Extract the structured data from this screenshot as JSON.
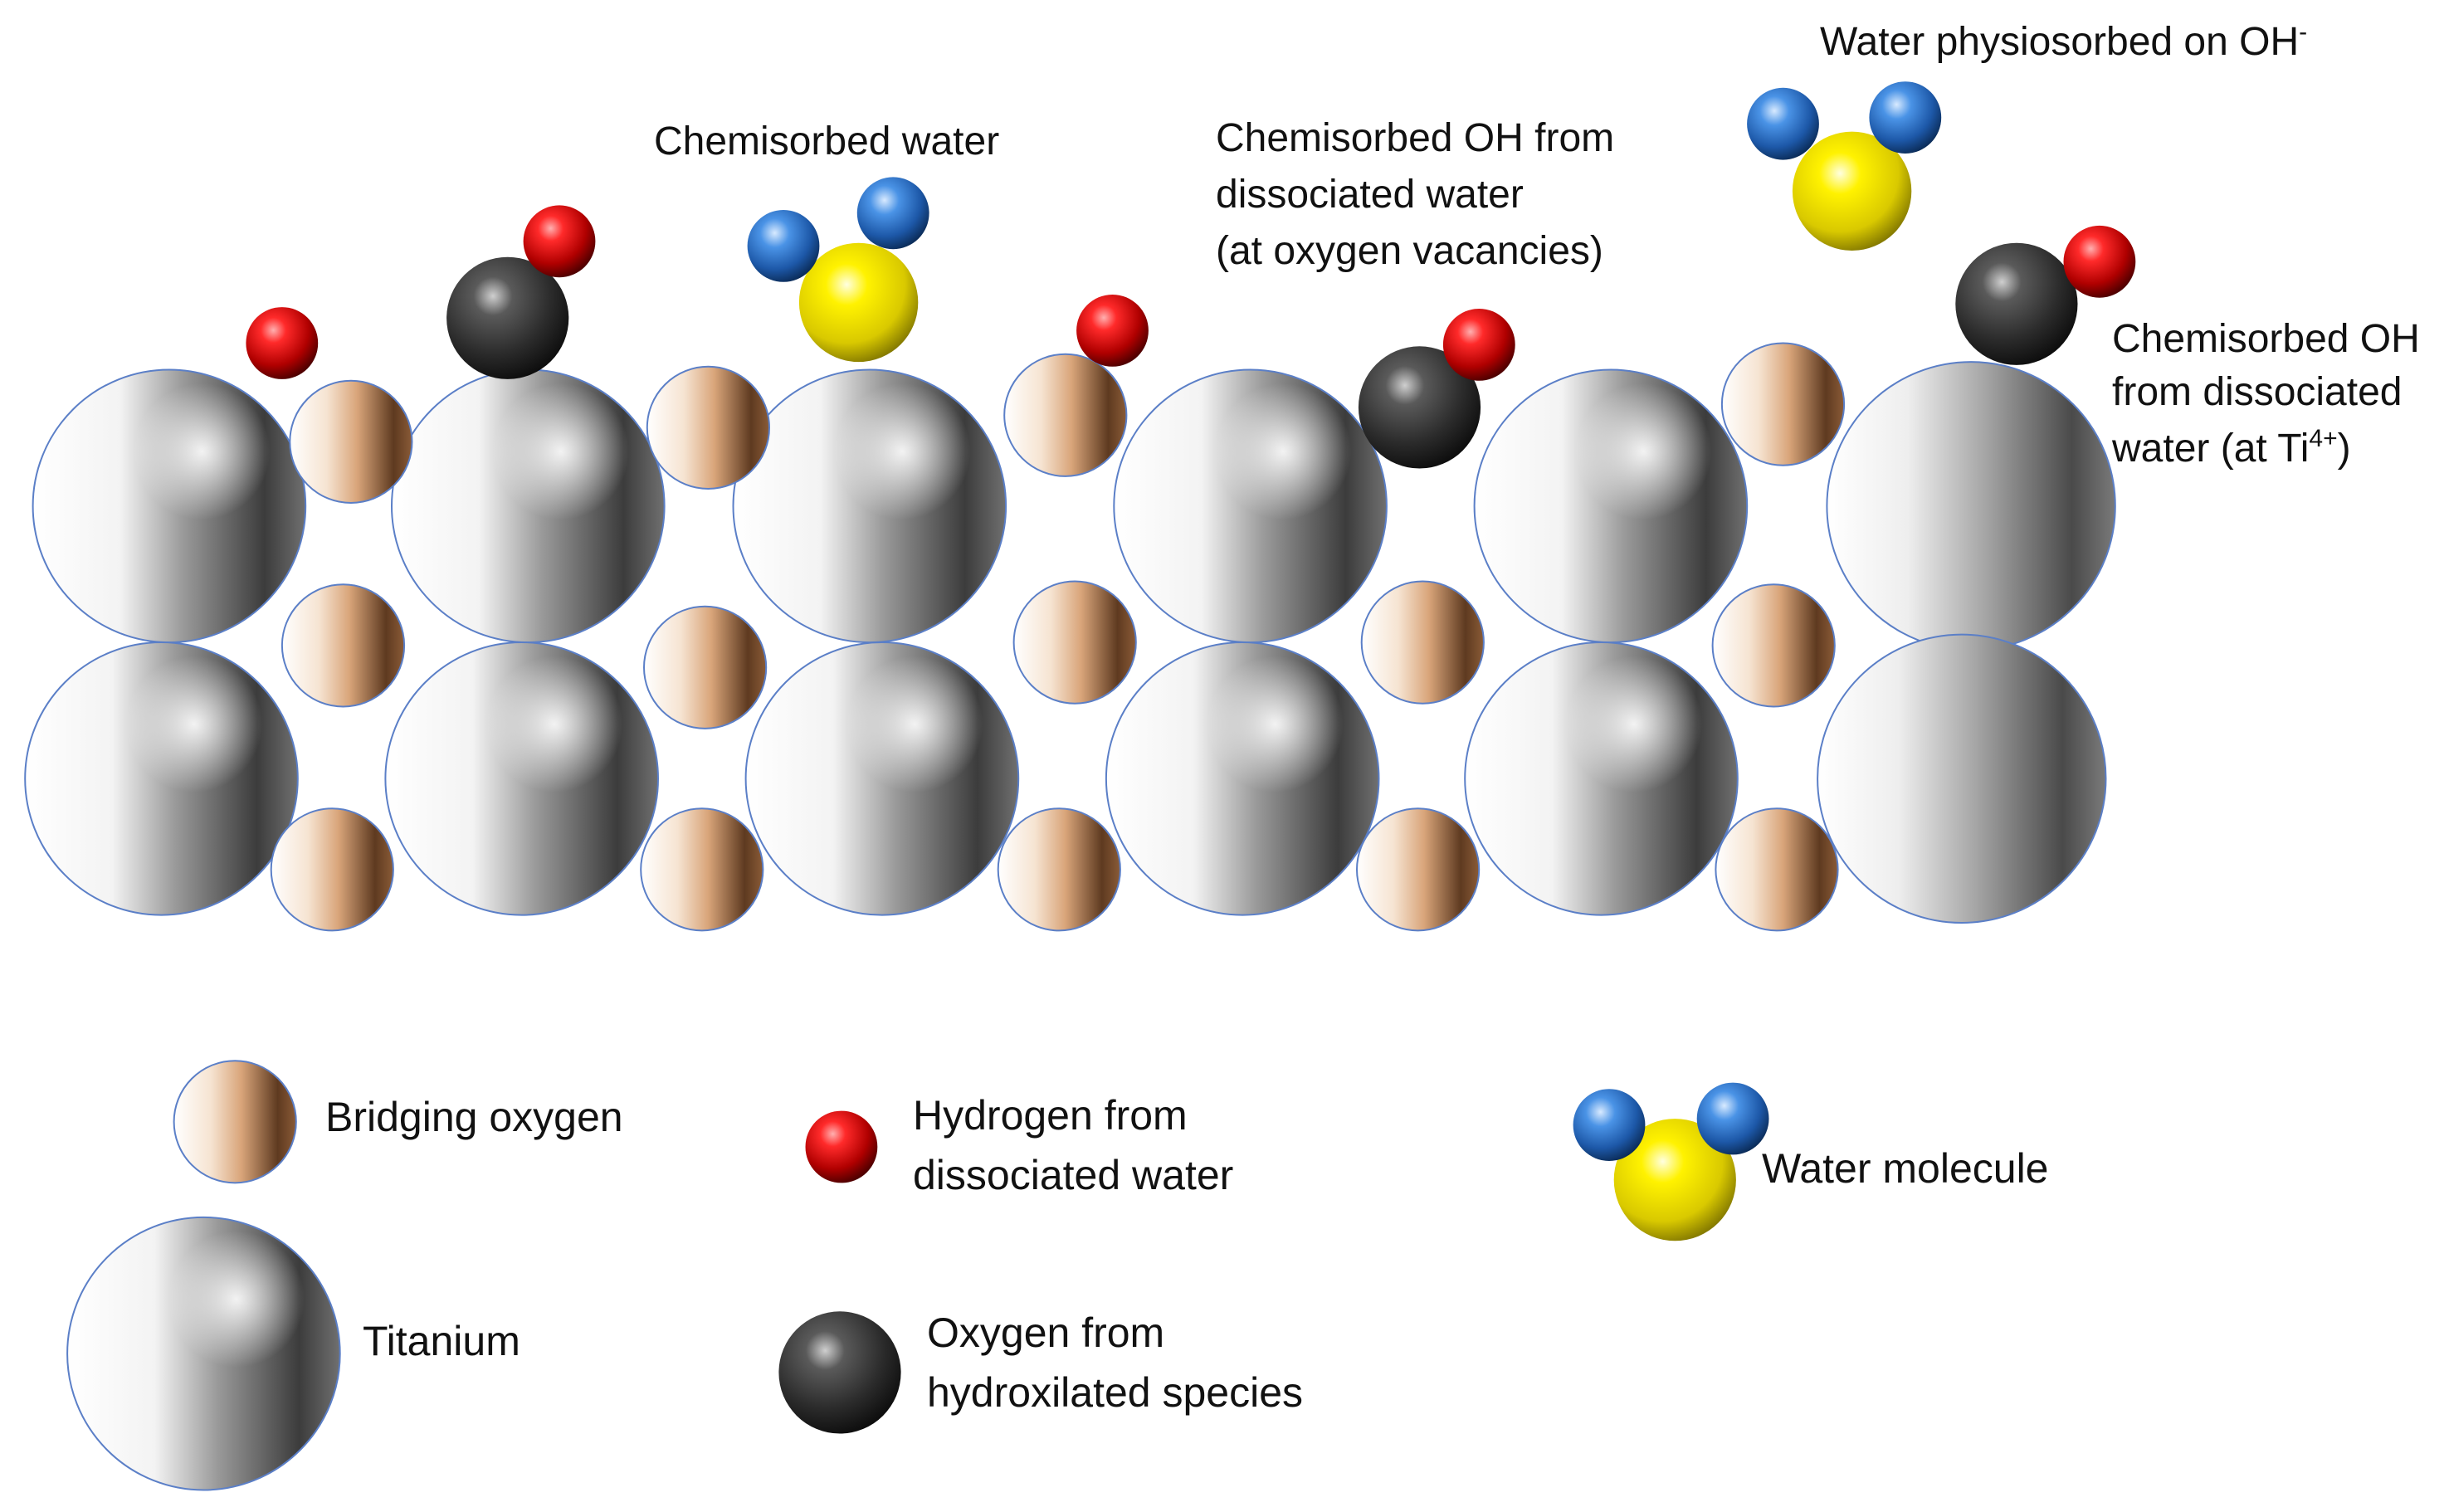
{
  "annotations": {
    "chemisorbed_water": "Chemisorbed water",
    "oh_vacancy": {
      "line1": "Chemisorbed OH from",
      "line2": "dissociated water",
      "line3": "(at oxygen vacancies)"
    },
    "physisorbed": {
      "text": "Water physiosorbed on OH",
      "sup": "-"
    },
    "oh_ti": {
      "line1": "Chemisorbed OH",
      "line2": "from dissociated",
      "line3_pre": "water (at Ti",
      "line3_sup": "4+",
      "line3_post": ")"
    }
  },
  "legend": {
    "bridging_oxygen": "Bridging oxygen",
    "titanium": "Titanium",
    "hydrogen": {
      "line1": "Hydrogen from",
      "line2": "dissociated water"
    },
    "oxygen_hydroxilated": {
      "line1": "Oxygen from",
      "line2": "hydroxilated species"
    },
    "water_molecule": "Water molecule"
  },
  "colors": {
    "titanium": "#9a9a9a",
    "bridging_oxygen": "#d9a57a",
    "hydrogen": "#d40000",
    "hydroxyl_oxygen": "#2f2f2f",
    "water_oxygen": "#f2ea00",
    "water_hydrogen": "#2f7fd8",
    "outline": "#5b7fc7"
  }
}
